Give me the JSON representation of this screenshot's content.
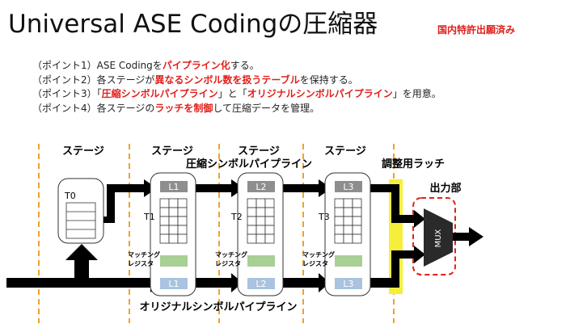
{
  "title": "Universal ASE Codingの圧縮器",
  "patent_note": "国内特許出願済み",
  "points": [
    {
      "label": "（ポイント1）",
      "pre": "ASE Codingを",
      "hl1": "パイプライン化",
      "mid": "する。",
      "hl2": "",
      "mid2": "",
      "hl3": "",
      "post": ""
    },
    {
      "label": "（ポイント2）",
      "pre": "各ステージが",
      "hl1": "異なるシンボル数を扱うテーブル",
      "mid": "を保持する。",
      "hl2": "",
      "mid2": "",
      "hl3": "",
      "post": ""
    },
    {
      "label": "（ポイント3）",
      "pre": "「",
      "hl1": "圧縮シンボルパイプライン",
      "mid": "」と「",
      "hl2": "オリジナルシンボルパイプライン",
      "mid2": "」を用意。",
      "hl3": "",
      "post": ""
    },
    {
      "label": "（ポイント4）",
      "pre": "各ステージの",
      "hl1": "ラッチを制御",
      "mid": "して圧縮データを管理。",
      "hl2": "",
      "mid2": "",
      "hl3": "",
      "post": ""
    }
  ],
  "diagram": {
    "stage_label": "ステージ",
    "compressed_pipeline_label": "圧縮シンボルパイプライン",
    "original_pipeline_label": "オリジナルシンボルパイプライン",
    "adjust_latch_label": "調整用ラッチ",
    "output_label": "出力部",
    "mux_label": "MUX",
    "table0_label": "T0",
    "matching_register_label_line1": "マッチング",
    "matching_register_label_line2": "レジスタ",
    "stages": [
      {
        "table": "T1",
        "upper_latch": "L1",
        "lower_latch": "L1"
      },
      {
        "table": "T2",
        "upper_latch": "L2",
        "lower_latch": "L2"
      },
      {
        "table": "T3",
        "upper_latch": "L3",
        "lower_latch": "L3"
      }
    ],
    "colors": {
      "latch_upper": "#8e8e8e",
      "latch_lower": "#a9c3e0",
      "register": "#a8cf94",
      "adjust_latch": "#f5ef3c",
      "output_box": "#e0201c",
      "stage_divider": "#f0a22a",
      "highlight_text": "#e0201c"
    }
  }
}
